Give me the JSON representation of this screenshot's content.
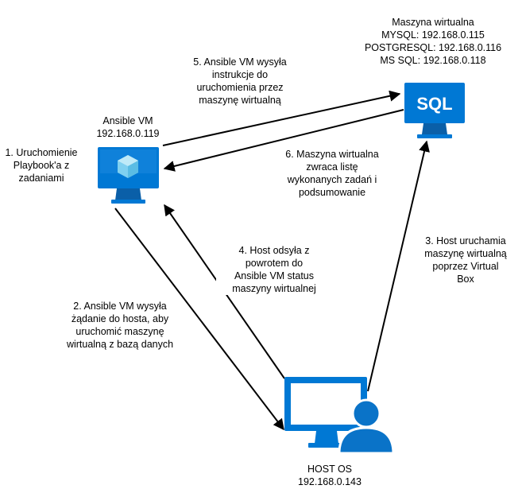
{
  "colors": {
    "line": "#000000",
    "monitor_blue": "#0078D4",
    "monitor_light": "#50A0E6",
    "cube": "#7FD0F0",
    "user_blue": "#0A73C8"
  },
  "nodes": {
    "ansible": {
      "icon": "azure-vm-icon",
      "title": "Ansible VM\n192.168.0.119"
    },
    "sql_vm": {
      "icon": "sql-server-icon",
      "icon_text": "SQL",
      "title": "Maszyna wirtualna\nMYSQL: 192.168.0.115\nPOSTGRESQL: 192.168.0.116\nMS SQL: 192.168.0.118"
    },
    "host": {
      "icon": "host-computer-user-icon",
      "title": "HOST OS\n192.168.0.143"
    }
  },
  "steps": {
    "step1": "1. Uruchomienie\nPlaybook'a z\nzadaniami",
    "step2": "2. Ansible VM wysyła\nżądanie do hosta, aby\nuruchomić maszynę\nwirtualną z bazą danych",
    "step3": "3. Host uruchamia\nmaszynę wirtualną\npoprzez Virtual\nBox",
    "step4": "4. Host odsyła z\npowrotem do\nAnsible VM status\nmaszyny wirtualnej",
    "step5": "5. Ansible VM wysyła\ninstrukcje do\nuruchomienia przez\nmaszynę wirtualną",
    "step6": "6. Maszyna wirtualna\nzwraca listę\nwykonanych zadań i\npodsumowanie"
  }
}
